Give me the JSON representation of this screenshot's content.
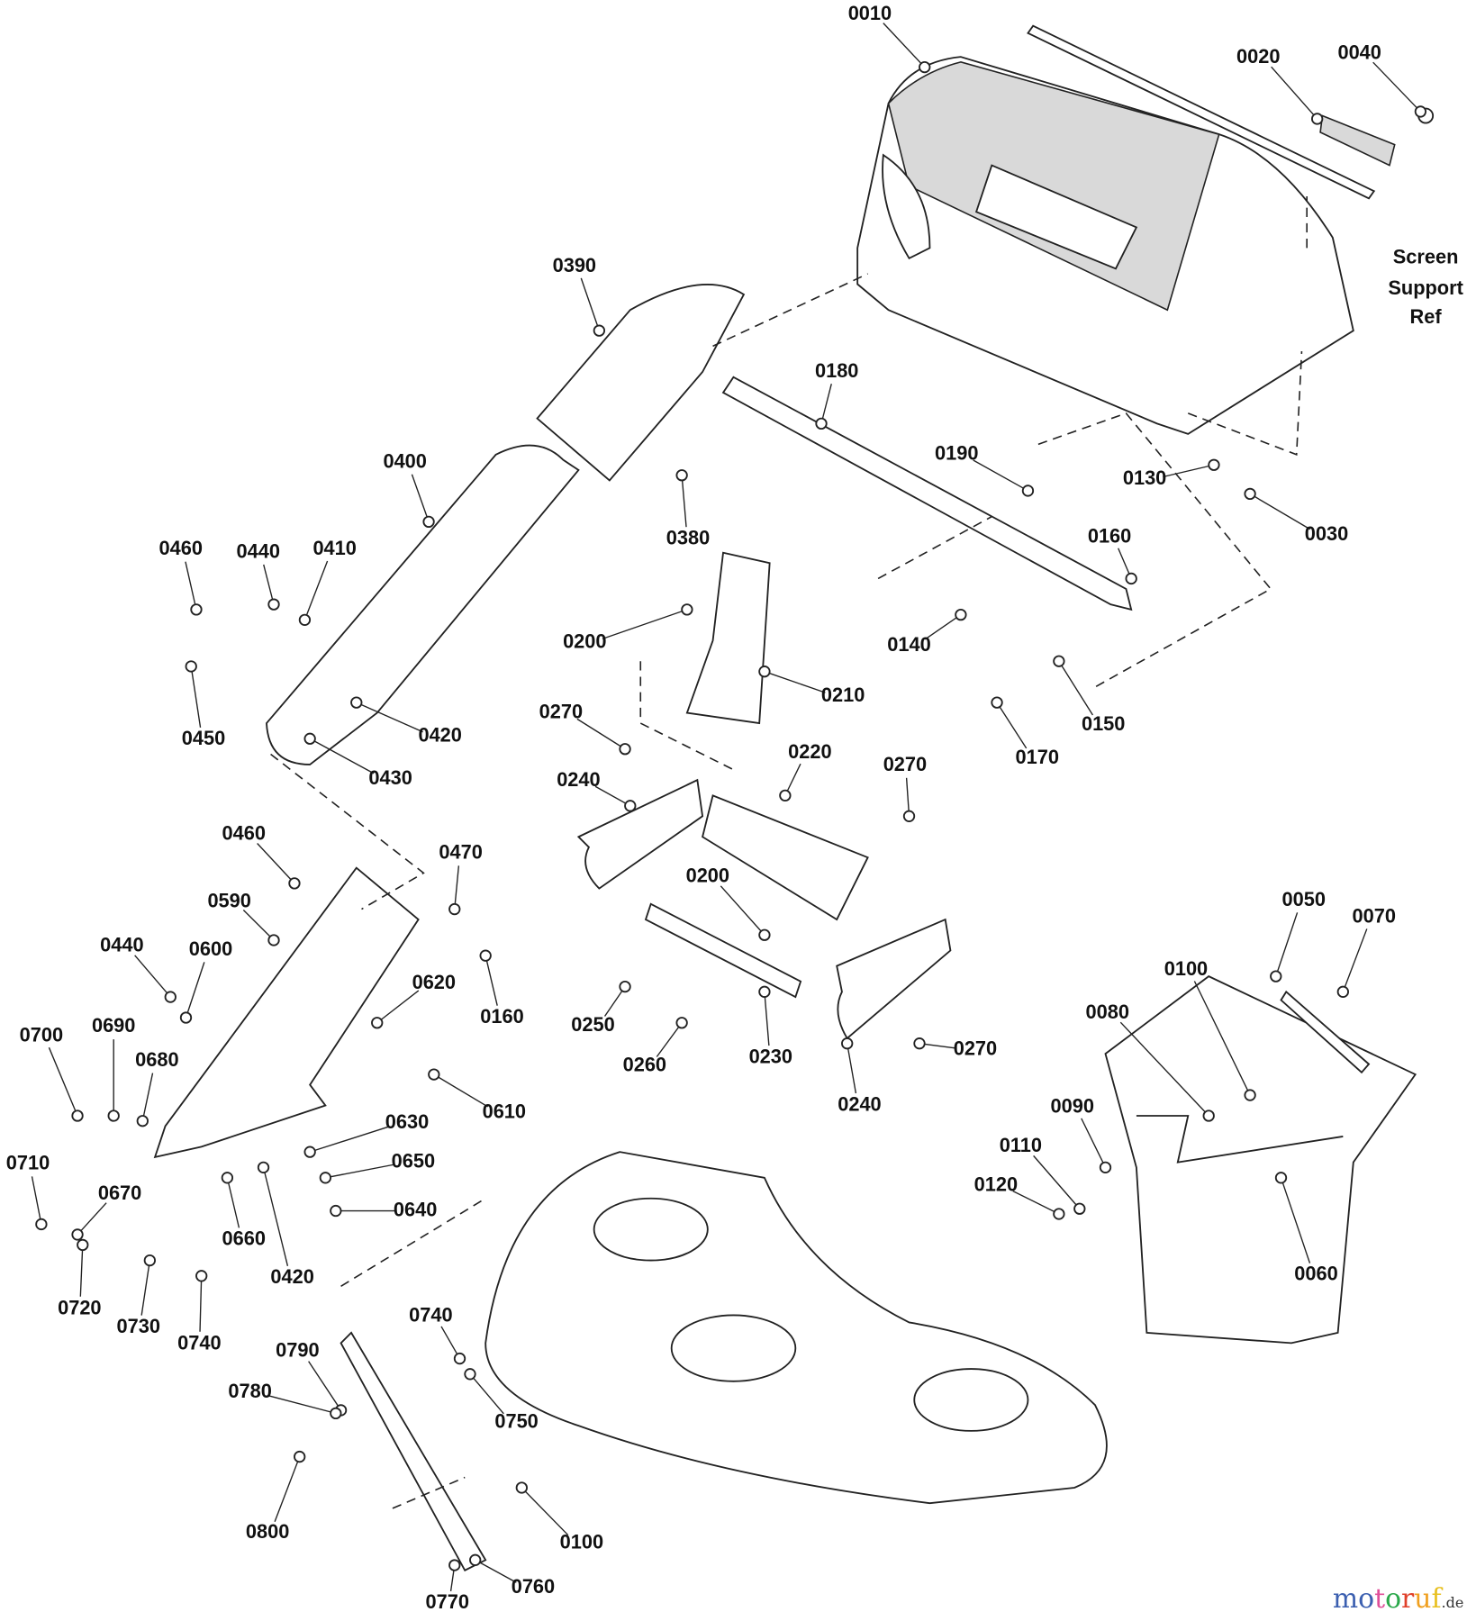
{
  "diagram": {
    "labels": [
      "0010",
      "0020",
      "0040",
      "0390",
      "0180",
      "0190",
      "0130",
      "0030",
      "0400",
      "0380",
      "0160",
      "0460",
      "0440",
      "0410",
      "0200",
      "0210",
      "0140",
      "0150",
      "0170",
      "0450",
      "0420",
      "0430",
      "0270",
      "0220",
      "0270",
      "0240",
      "0460",
      "0470",
      "0590",
      "0200",
      "0440",
      "0600",
      "0620",
      "0160",
      "0050",
      "0070",
      "0100",
      "0080",
      "0250",
      "0260",
      "0230",
      "0270",
      "0700",
      "0690",
      "0680",
      "0610",
      "0240",
      "0090",
      "0710",
      "0630",
      "0650",
      "0110",
      "0120",
      "0670",
      "0640",
      "0660",
      "0060",
      "0420",
      "0720",
      "0730",
      "0740",
      "0740",
      "0790",
      "0780",
      "0750",
      "0800",
      "0100",
      "0760",
      "0770"
    ],
    "note_lines": [
      "Screen",
      "Support",
      "Ref"
    ],
    "watermark": {
      "main": "motoruf",
      "suffix": ".de",
      "letter_colors": [
        "#3b5fb0",
        "#3b5fb0",
        "#e0509a",
        "#2aa84a",
        "#e0402a",
        "#f0a020",
        "#e8c020"
      ]
    }
  }
}
